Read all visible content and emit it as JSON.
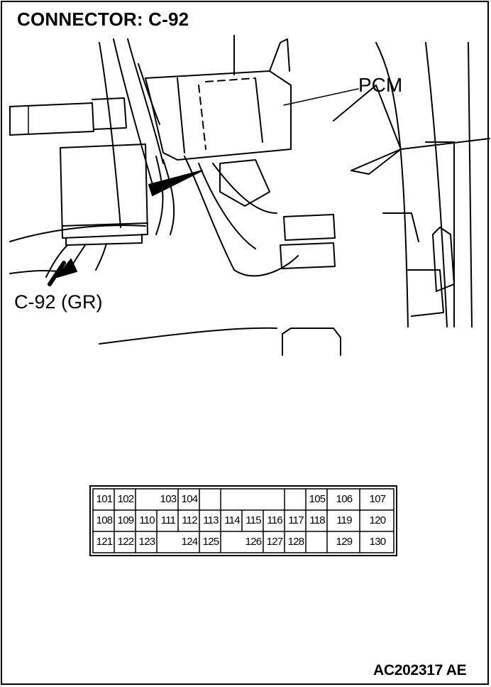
{
  "title": "CONNECTOR: C-92",
  "labels": {
    "pcm": "PCM",
    "connector_callout": "C-92 (GR)"
  },
  "figure_code": "AC202317 AE",
  "connector": {
    "rows": [
      [
        "101",
        "102",
        "",
        "103",
        "104",
        "",
        "",
        "",
        "",
        "",
        "105",
        "106",
        "107"
      ],
      [
        "108",
        "109",
        "110",
        "111",
        "112",
        "113",
        "114",
        "115",
        "116",
        "117",
        "118",
        "119",
        "120"
      ],
      [
        "121",
        "122",
        "123",
        "",
        "124",
        "125",
        "",
        "126",
        "127",
        "128",
        "",
        "129",
        "130"
      ]
    ]
  }
}
